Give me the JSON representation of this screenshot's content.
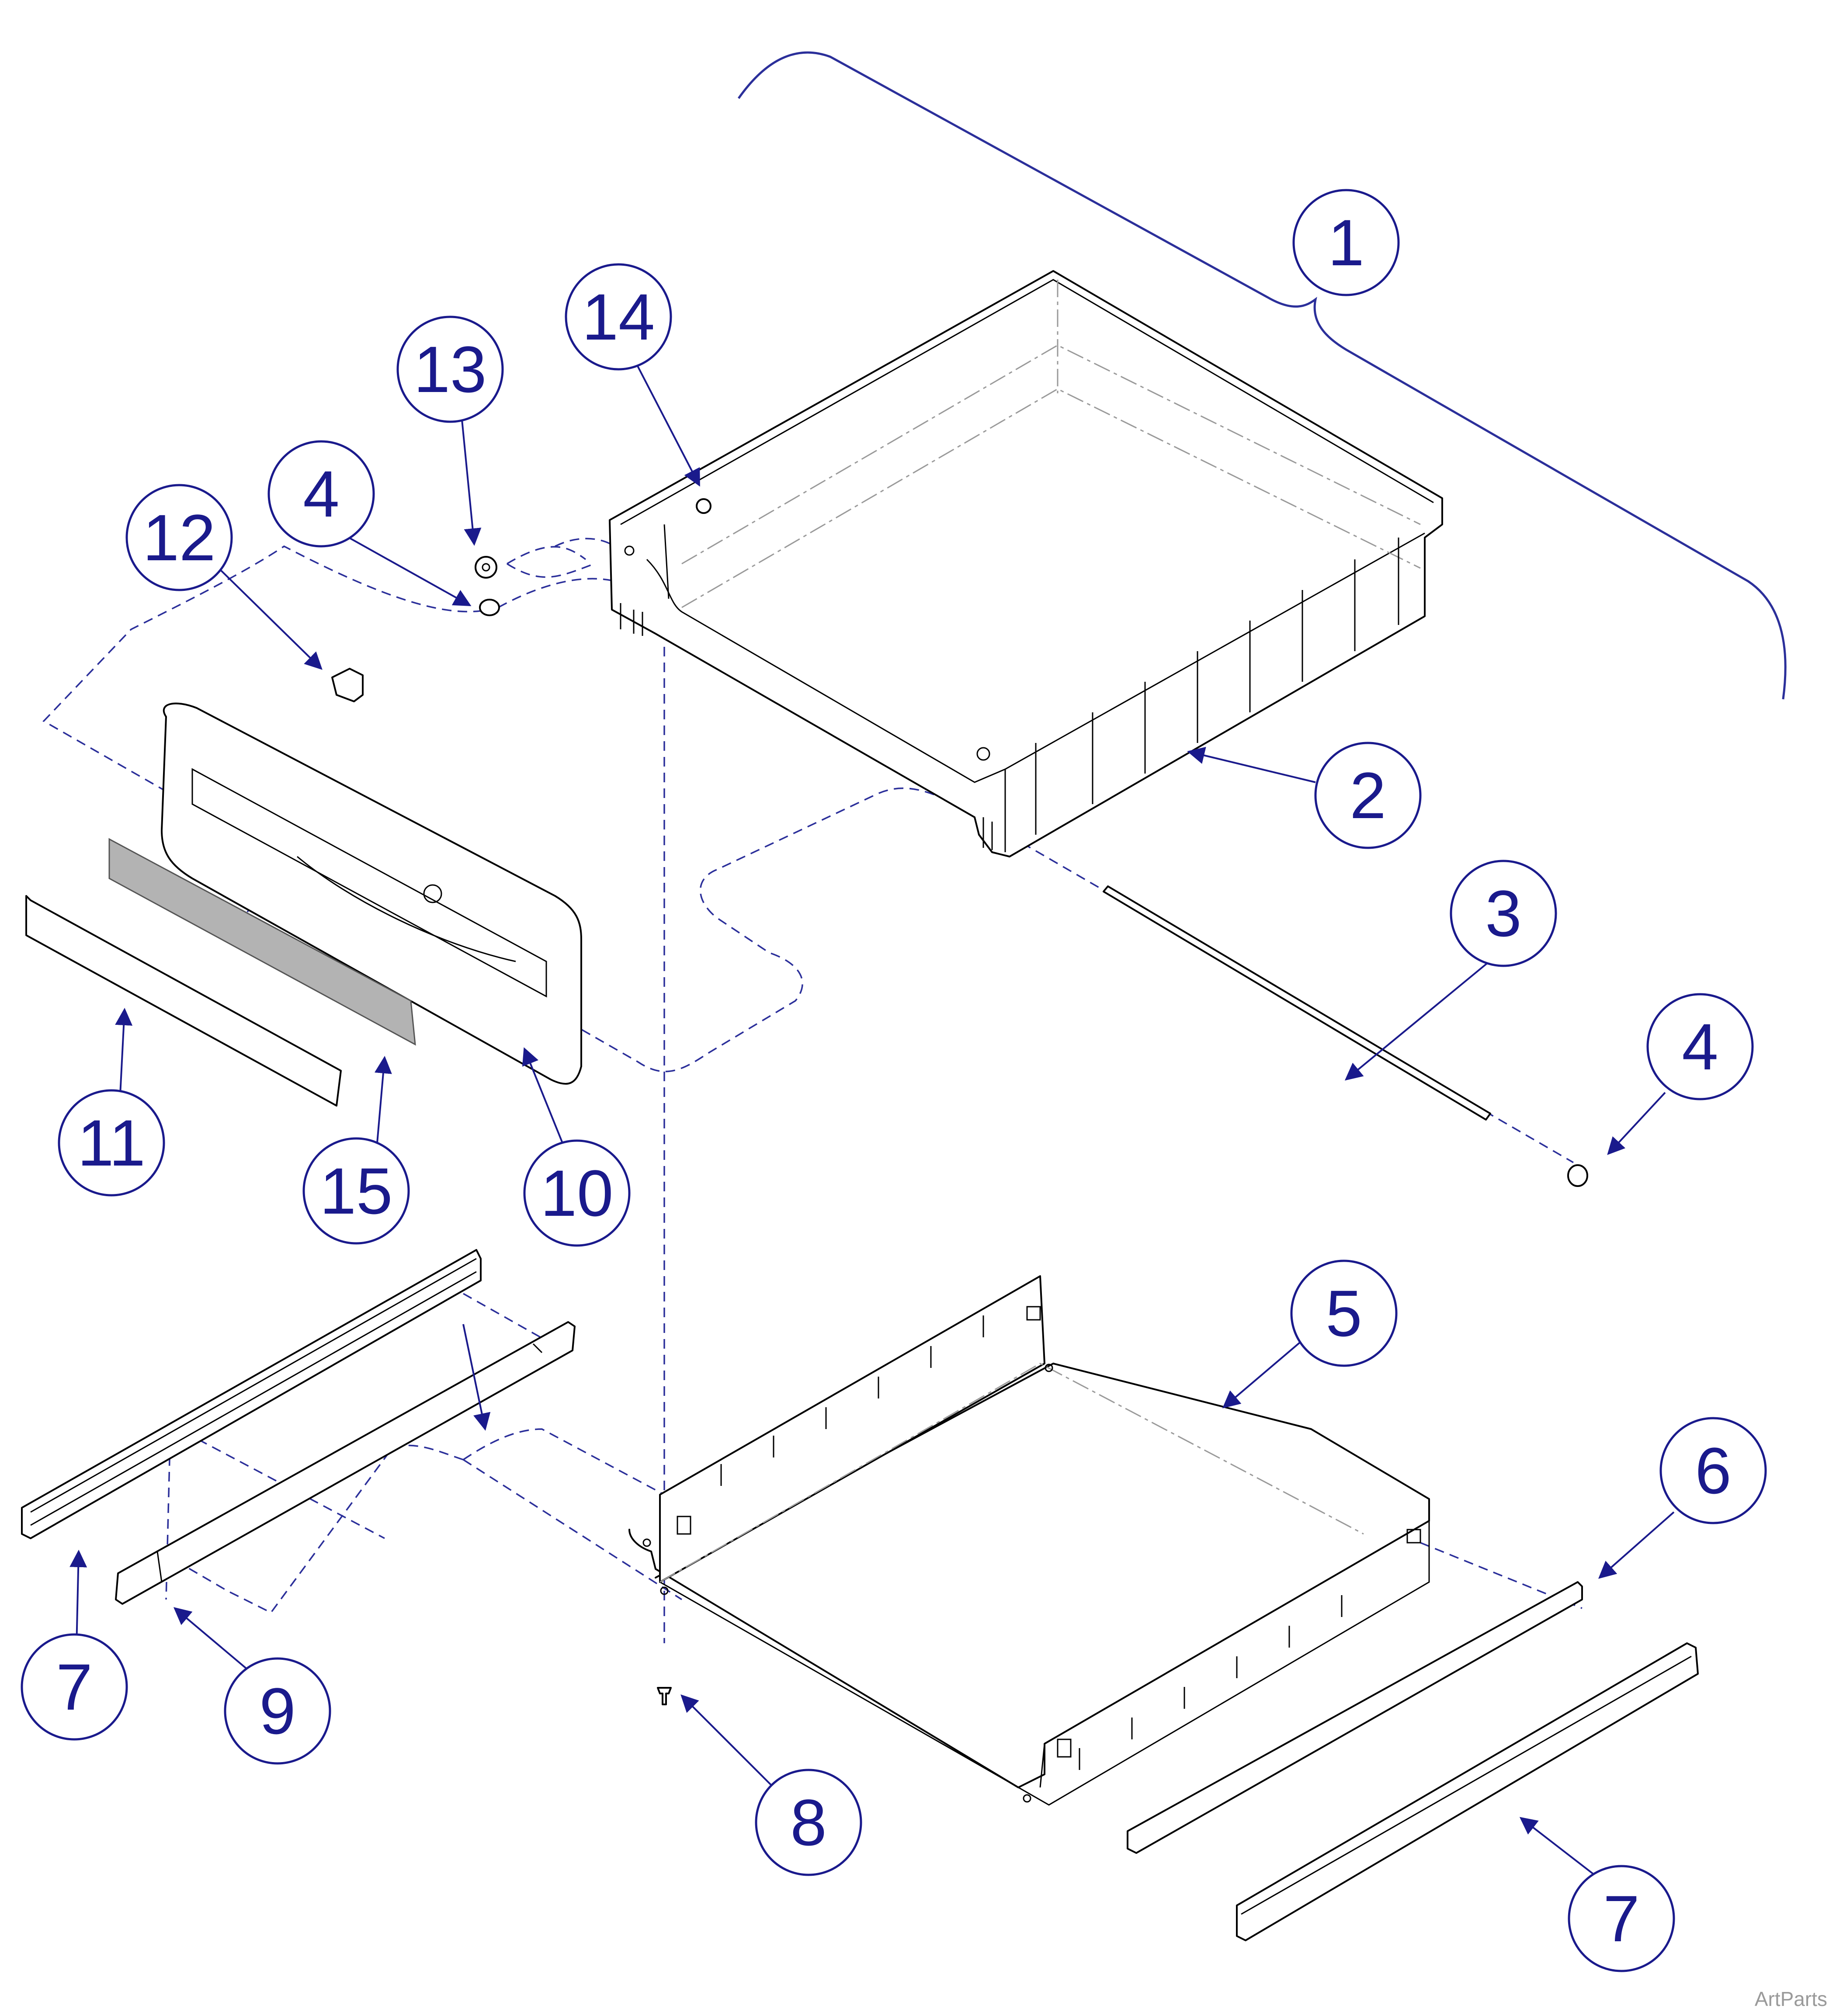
{
  "callouts": [
    {
      "id": "1",
      "label": "1"
    },
    {
      "id": "2",
      "label": "2"
    },
    {
      "id": "3",
      "label": "3"
    },
    {
      "id": "4a",
      "label": "4"
    },
    {
      "id": "4b",
      "label": "4"
    },
    {
      "id": "5",
      "label": "5"
    },
    {
      "id": "6",
      "label": "6"
    },
    {
      "id": "7a",
      "label": "7"
    },
    {
      "id": "7b",
      "label": "7"
    },
    {
      "id": "8",
      "label": "8"
    },
    {
      "id": "9",
      "label": "9"
    },
    {
      "id": "10",
      "label": "10"
    },
    {
      "id": "11",
      "label": "11"
    },
    {
      "id": "12",
      "label": "12"
    },
    {
      "id": "13",
      "label": "13"
    },
    {
      "id": "14",
      "label": "14"
    },
    {
      "id": "15",
      "label": "15"
    }
  ],
  "watermark": "ArtParts",
  "colors": {
    "callout": "#1a1a8c",
    "guide": "#2b2f9a",
    "part": "#000000",
    "strip": "#b3b3b3"
  }
}
